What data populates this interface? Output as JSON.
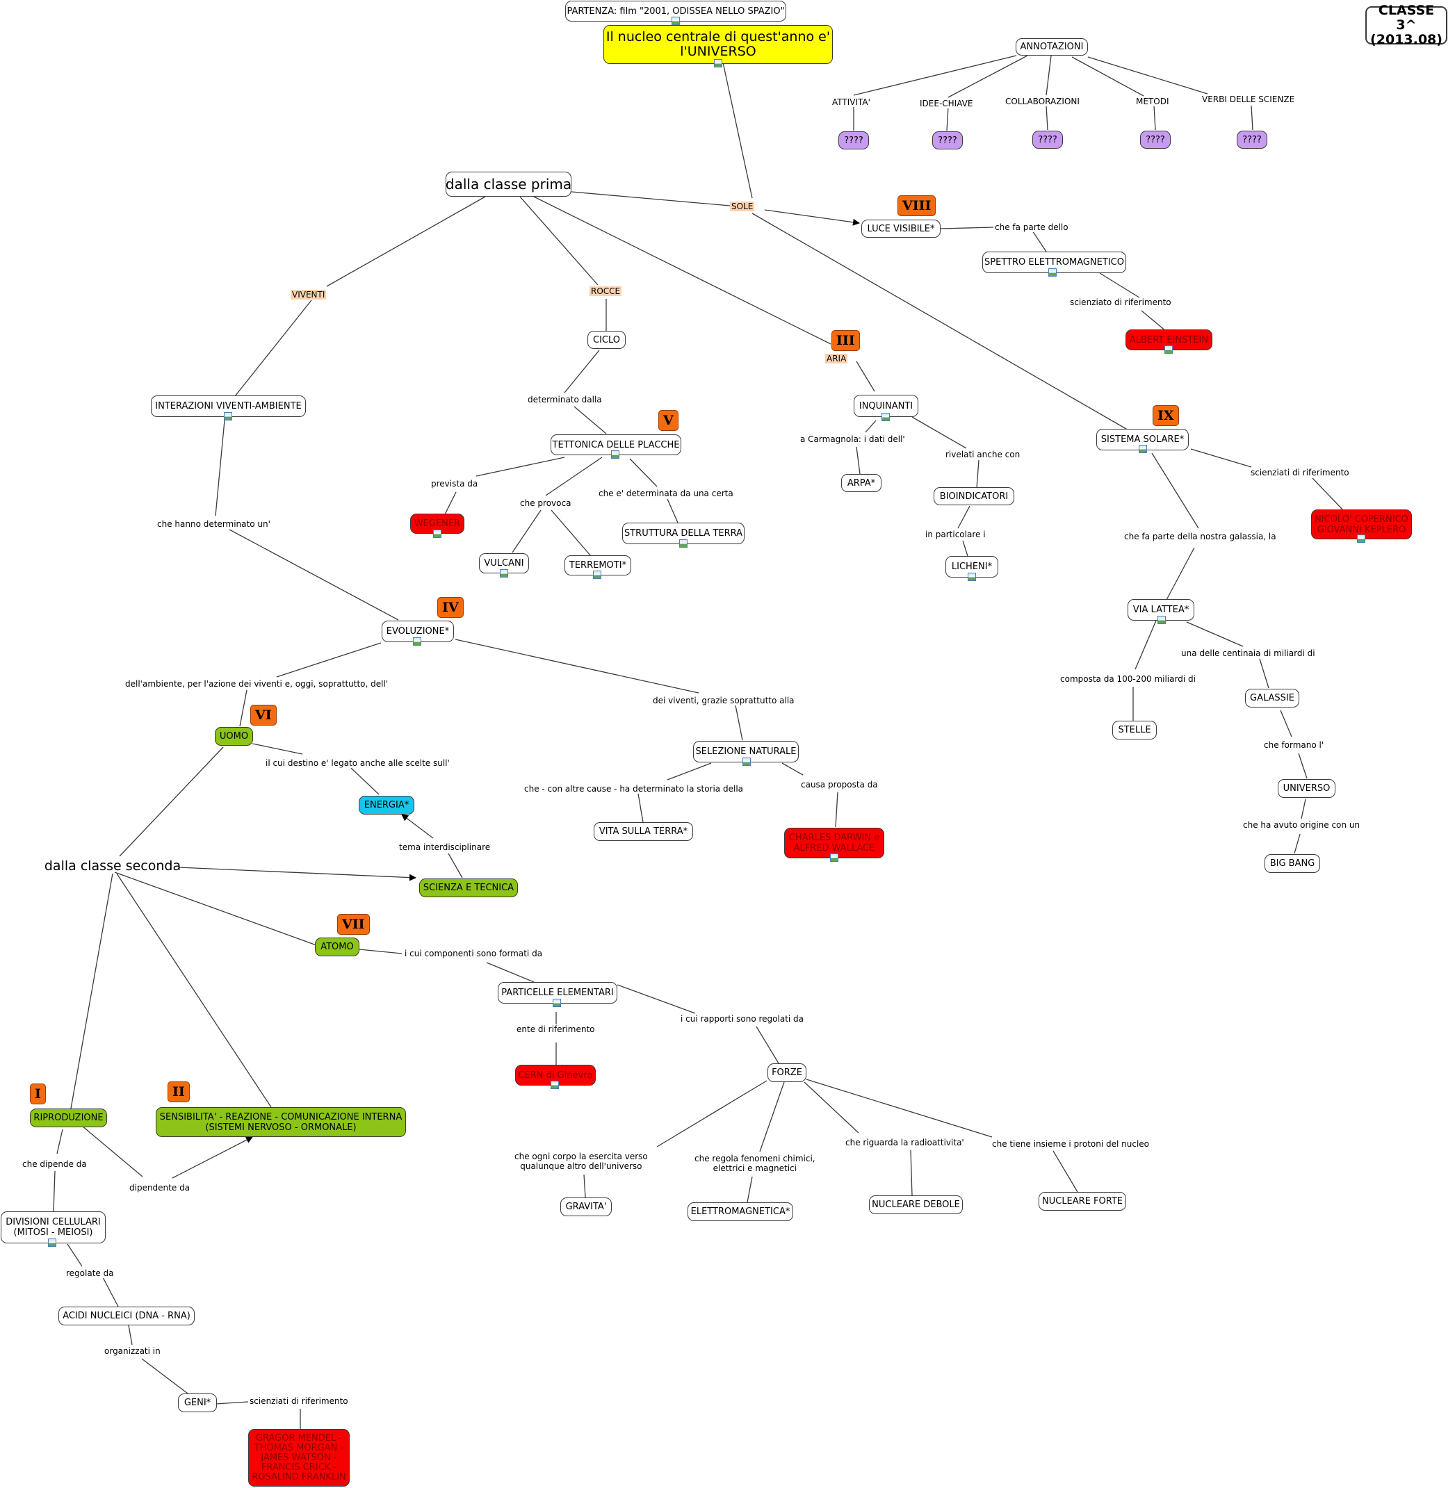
{
  "title_box": {
    "label": "CLASSE 3^\n(2013.08)"
  },
  "nodes": [
    {
      "id": "partenza",
      "label": "PARTENZA: film \"2001, ODISSEA NELLO SPAZIO\"",
      "style": "white",
      "icon": "doc-icon"
    },
    {
      "id": "universo_core",
      "label": "Il nucleo centrale di quest'anno e'\nl'UNIVERSO",
      "style": "yellow",
      "icon": "image-icon"
    },
    {
      "id": "annotazioni",
      "label": "ANNOTAZIONI",
      "style": "white"
    },
    {
      "id": "q1",
      "label": "????",
      "style": "purple"
    },
    {
      "id": "q2",
      "label": "????",
      "style": "purple"
    },
    {
      "id": "q3",
      "label": "????",
      "style": "purple"
    },
    {
      "id": "q4",
      "label": "????",
      "style": "purple"
    },
    {
      "id": "q5",
      "label": "????",
      "style": "purple"
    },
    {
      "id": "classe_prima",
      "label": "dalla classe prima",
      "style": "big"
    },
    {
      "id": "luce",
      "label": "LUCE VISIBILE*",
      "style": "white"
    },
    {
      "id": "spettro",
      "label": "SPETTRO ELETTROMAGNETICO",
      "style": "white",
      "icon": "image-icon"
    },
    {
      "id": "einstein",
      "label": "ALBERT EINSTEIN",
      "style": "red",
      "icon": "image-icon"
    },
    {
      "id": "interazioni",
      "label": "INTERAZIONI VIVENTI-AMBIENTE",
      "style": "white",
      "icon": "image-icon"
    },
    {
      "id": "ciclo",
      "label": "CICLO",
      "style": "white"
    },
    {
      "id": "tettonica",
      "label": "TETTONICA DELLE PLACCHE",
      "style": "white",
      "icon": "image-icon"
    },
    {
      "id": "wegener",
      "label": "WEGENER",
      "style": "red",
      "icon": "image-icon"
    },
    {
      "id": "vulcani",
      "label": "VULCANI",
      "style": "white",
      "icon": "image-icon"
    },
    {
      "id": "terremoti",
      "label": "TERREMOTI*",
      "style": "white",
      "icon": "image-icon"
    },
    {
      "id": "struttura",
      "label": "STRUTTURA DELLA TERRA",
      "style": "white",
      "icon": "image-icon"
    },
    {
      "id": "inquinanti",
      "label": "INQUINANTI",
      "style": "white",
      "icon": "image-icon"
    },
    {
      "id": "arpa",
      "label": "ARPA*",
      "style": "white"
    },
    {
      "id": "bioindicatori",
      "label": "BIOINDICATORI",
      "style": "white"
    },
    {
      "id": "licheni",
      "label": "LICHENI*",
      "style": "white",
      "icon": "image-icon"
    },
    {
      "id": "sistema_solare",
      "label": "SISTEMA SOLARE*",
      "style": "white",
      "icon": "image-icon"
    },
    {
      "id": "copernico",
      "label": "NICOLO' COPERNICO\nGIOVANNI KEPLERO",
      "style": "red",
      "icon": "image-icon"
    },
    {
      "id": "via_lattea",
      "label": "VIA LATTEA*",
      "style": "white",
      "icon": "image-icon"
    },
    {
      "id": "stelle",
      "label": "STELLE",
      "style": "white"
    },
    {
      "id": "galassie",
      "label": "GALASSIE",
      "style": "white"
    },
    {
      "id": "universo",
      "label": "UNIVERSO",
      "style": "white"
    },
    {
      "id": "big_bang",
      "label": "BIG BANG",
      "style": "white"
    },
    {
      "id": "evoluzione",
      "label": "EVOLUZIONE*",
      "style": "white",
      "icon": "image-icon"
    },
    {
      "id": "uomo",
      "label": "UOMO",
      "style": "green"
    },
    {
      "id": "selezione",
      "label": "SELEZIONE NATURALE",
      "style": "white",
      "icon": "image-icon"
    },
    {
      "id": "vita",
      "label": "VITA SULLA TERRA*",
      "style": "white"
    },
    {
      "id": "darwin",
      "label": "CHARLES DARWIN e\nALFRED WALLACE",
      "style": "red",
      "icon": "image-icon"
    },
    {
      "id": "energia",
      "label": "ENERGIA*",
      "style": "cyan"
    },
    {
      "id": "classe_seconda",
      "label": "dalla classe seconda",
      "style": "plain"
    },
    {
      "id": "scienza",
      "label": "SCIENZA E TECNICA",
      "style": "green"
    },
    {
      "id": "atomo",
      "label": "ATOMO",
      "style": "green"
    },
    {
      "id": "particelle",
      "label": "PARTICELLE ELEMENTARI",
      "style": "white",
      "icon": "image-icon"
    },
    {
      "id": "cern",
      "label": "CERN di Ginevra",
      "style": "red",
      "icon": "image-icon"
    },
    {
      "id": "forze",
      "label": "FORZE",
      "style": "white"
    },
    {
      "id": "gravita",
      "label": "GRAVITA'",
      "style": "white"
    },
    {
      "id": "elettromagnetica",
      "label": "ELETTROMAGNETICA*",
      "style": "white"
    },
    {
      "id": "debole",
      "label": "NUCLEARE DEBOLE",
      "style": "white"
    },
    {
      "id": "forte",
      "label": "NUCLEARE FORTE",
      "style": "white"
    },
    {
      "id": "riproduzione",
      "label": "RIPRODUZIONE",
      "style": "green"
    },
    {
      "id": "sensibilita",
      "label": "SENSIBILITA'  - REAZIONE - COMUNICAZIONE INTERNA\n(SISTEMI NERVOSO - ORMONALE)",
      "style": "green"
    },
    {
      "id": "divisioni",
      "label": "DIVISIONI CELLULARI\n(MITOSI - MEIOSI)",
      "style": "white",
      "icon": "image-icon"
    },
    {
      "id": "acidi",
      "label": "ACIDI NUCLEICI (DNA - RNA)",
      "style": "white"
    },
    {
      "id": "geni",
      "label": "GENI*",
      "style": "white"
    },
    {
      "id": "mendel",
      "label": "GRAGOR MENDEL -\nTHOMAS MORGAN -\nJAMES WATSON -\nFRANCIS CRICK -\nROSALIND FRANKLIN",
      "style": "red"
    }
  ],
  "phrases": [
    {
      "id": "p_attivita",
      "label": "ATTIVITA'"
    },
    {
      "id": "p_idee",
      "label": "IDEE-CHIAVE"
    },
    {
      "id": "p_collab",
      "label": "COLLABORAZIONI"
    },
    {
      "id": "p_metodi",
      "label": "METODI"
    },
    {
      "id": "p_verbi",
      "label": "VERBI DELLE SCIENZE"
    },
    {
      "id": "p_sole",
      "label": "SOLE",
      "tag": true
    },
    {
      "id": "p_viventi",
      "label": "VIVENTI",
      "tag": true
    },
    {
      "id": "p_rocce",
      "label": "ROCCE",
      "tag": true
    },
    {
      "id": "p_aria",
      "label": "ARIA",
      "tag": true
    },
    {
      "id": "p_fa_parte_dello",
      "label": "che fa parte dello"
    },
    {
      "id": "p_scienz_rif1",
      "label": "scienziato di riferimento"
    },
    {
      "id": "p_determinato_dalla",
      "label": "determinato dalla"
    },
    {
      "id": "p_prevista_da",
      "label": "prevista da"
    },
    {
      "id": "p_provoca",
      "label": "che provoca"
    },
    {
      "id": "p_determinata",
      "label": "che e' determinata da una certa"
    },
    {
      "id": "p_carmagnola",
      "label": "a Carmagnola: i dati dell'"
    },
    {
      "id": "p_rivelati",
      "label": "rivelati anche con"
    },
    {
      "id": "p_particolare",
      "label": "in particolare i"
    },
    {
      "id": "p_scienz_rif2",
      "label": "scienziati di riferimento"
    },
    {
      "id": "p_galassia",
      "label": "che fa parte della nostra galassia, la"
    },
    {
      "id": "p_composta",
      "label": "composta da 100-200 miliardi di"
    },
    {
      "id": "p_centinaia",
      "label": "una delle centinaia di miliardi di"
    },
    {
      "id": "p_formano",
      "label": "che formano l'"
    },
    {
      "id": "p_origine",
      "label": "che ha avuto origine con un"
    },
    {
      "id": "p_determinato_un",
      "label": "che hanno determinato un'"
    },
    {
      "id": "p_ambiente",
      "label": "dell'ambiente, per l'azione dei viventi e, oggi, soprattutto, dell'"
    },
    {
      "id": "p_viventi_grazie",
      "label": "dei viventi, grazie soprattutto alla"
    },
    {
      "id": "p_destino",
      "label": "il cui destino e' legato anche alle scelte sull'"
    },
    {
      "id": "p_storia",
      "label": "che - con altre cause - ha determinato la storia della"
    },
    {
      "id": "p_causa",
      "label": "causa proposta da"
    },
    {
      "id": "p_tema",
      "label": "tema interdisciplinare"
    },
    {
      "id": "p_componenti",
      "label": "i cui componenti sono formati da"
    },
    {
      "id": "p_ente",
      "label": "ente di riferimento"
    },
    {
      "id": "p_rapporti",
      "label": "i cui rapporti sono regolati da"
    },
    {
      "id": "p_ogni_corpo",
      "label": "che ogni corpo la esercita verso\nqualunque altro dell'universo"
    },
    {
      "id": "p_chimici",
      "label": "che regola fenomeni chimici,\nelettrici e magnetici"
    },
    {
      "id": "p_radio",
      "label": "che riguarda la radioattivita'"
    },
    {
      "id": "p_protoni",
      "label": "che tiene insieme i protoni del nucleo"
    },
    {
      "id": "p_dipende",
      "label": "che dipende da"
    },
    {
      "id": "p_dipendente",
      "label": "dipendente da"
    },
    {
      "id": "p_regolate",
      "label": "regolate da"
    },
    {
      "id": "p_organizzati",
      "label": "organizzati in"
    },
    {
      "id": "p_scienz_rif3",
      "label": "scienziati di riferimento"
    }
  ],
  "badges": [
    {
      "id": "b_viii",
      "label": "VIII"
    },
    {
      "id": "b_iii",
      "label": "III"
    },
    {
      "id": "b_v",
      "label": "V"
    },
    {
      "id": "b_ix",
      "label": "IX"
    },
    {
      "id": "b_iv",
      "label": "IV"
    },
    {
      "id": "b_vi",
      "label": "VI"
    },
    {
      "id": "b_vii",
      "label": "VII"
    },
    {
      "id": "b_i",
      "label": "I"
    },
    {
      "id": "b_ii",
      "label": "II"
    }
  ],
  "colors": {
    "line": "#3a3a3a",
    "white": "#ffffff",
    "green": "#8cc417",
    "red": "#f70000",
    "red_text": "#8a0000",
    "yellow": "#ffff00",
    "purple": "#c79bf0",
    "cyan": "#18c4ee",
    "badge": "#f26b0f",
    "tag": "#fcd2ae"
  }
}
